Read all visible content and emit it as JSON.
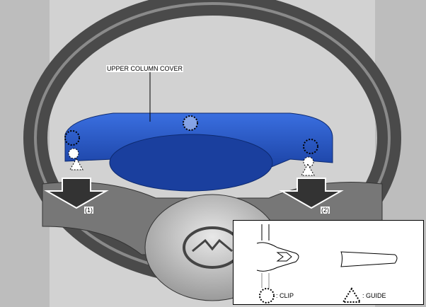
{
  "title_callout": "UPPER COLUMN COVER",
  "step_labels": [
    "(1)",
    "(2)"
  ],
  "legend": {
    "clip_label": ": CLIP",
    "guide_label": ": GUIDE"
  },
  "colors": {
    "cover_blue": "#1f4fc0",
    "background": "#cfcfcf",
    "wheel": "#5a5a5a"
  }
}
